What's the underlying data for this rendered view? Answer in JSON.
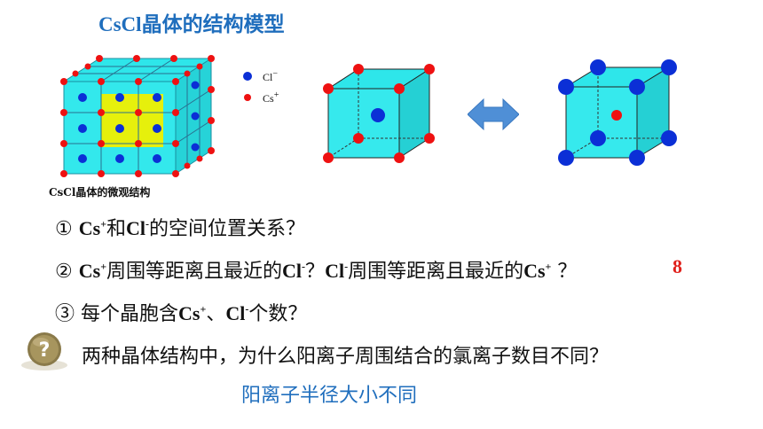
{
  "title": {
    "prefix": "CsCl",
    "suffix": "晶体的结构模型"
  },
  "legend": {
    "cl_label": "Cl",
    "cl_charge": "−",
    "cs_label": "Cs",
    "cs_charge": "+"
  },
  "caption": "CsCl晶体的微观结构",
  "questions": {
    "q1": {
      "num": "①",
      "cs": "Cs",
      "plus": "+",
      "and": "和",
      "cl": "Cl",
      "minus": "-",
      "rest": "的空间位置关系？"
    },
    "q2": {
      "num": "②",
      "cs": "Cs",
      "plus": "+",
      "mid1": "周围等距离且最近的",
      "cl": "Cl",
      "minus": "-",
      "q": "？",
      "cl2": "Cl",
      "minus2": "-",
      "mid2": "周围等距离且最近的",
      "cs2": "Cs",
      "plus2": "+",
      "end": " ？"
    },
    "q3": {
      "num": "③",
      "pre": " 每个晶胞含",
      "cs": "Cs",
      "plus": "+",
      "sep": "、",
      "cl": "Cl",
      "minus": "-",
      "end": "个数？"
    }
  },
  "answer_q2": "8",
  "question4": "两种晶体结构中，为什么阳离子周围结合的氯离子数目不同？",
  "answer4": "阳离子半径大小不同",
  "colors": {
    "cube": "#2ee6ea",
    "inner": "#f0f000",
    "cl": "#0b2fd6",
    "cs": "#ee1111",
    "title": "#1f6ebd",
    "arrow": "#4f8fd6"
  },
  "icons": {
    "question": "question-mark-icon",
    "arrow": "double-arrow-icon"
  }
}
